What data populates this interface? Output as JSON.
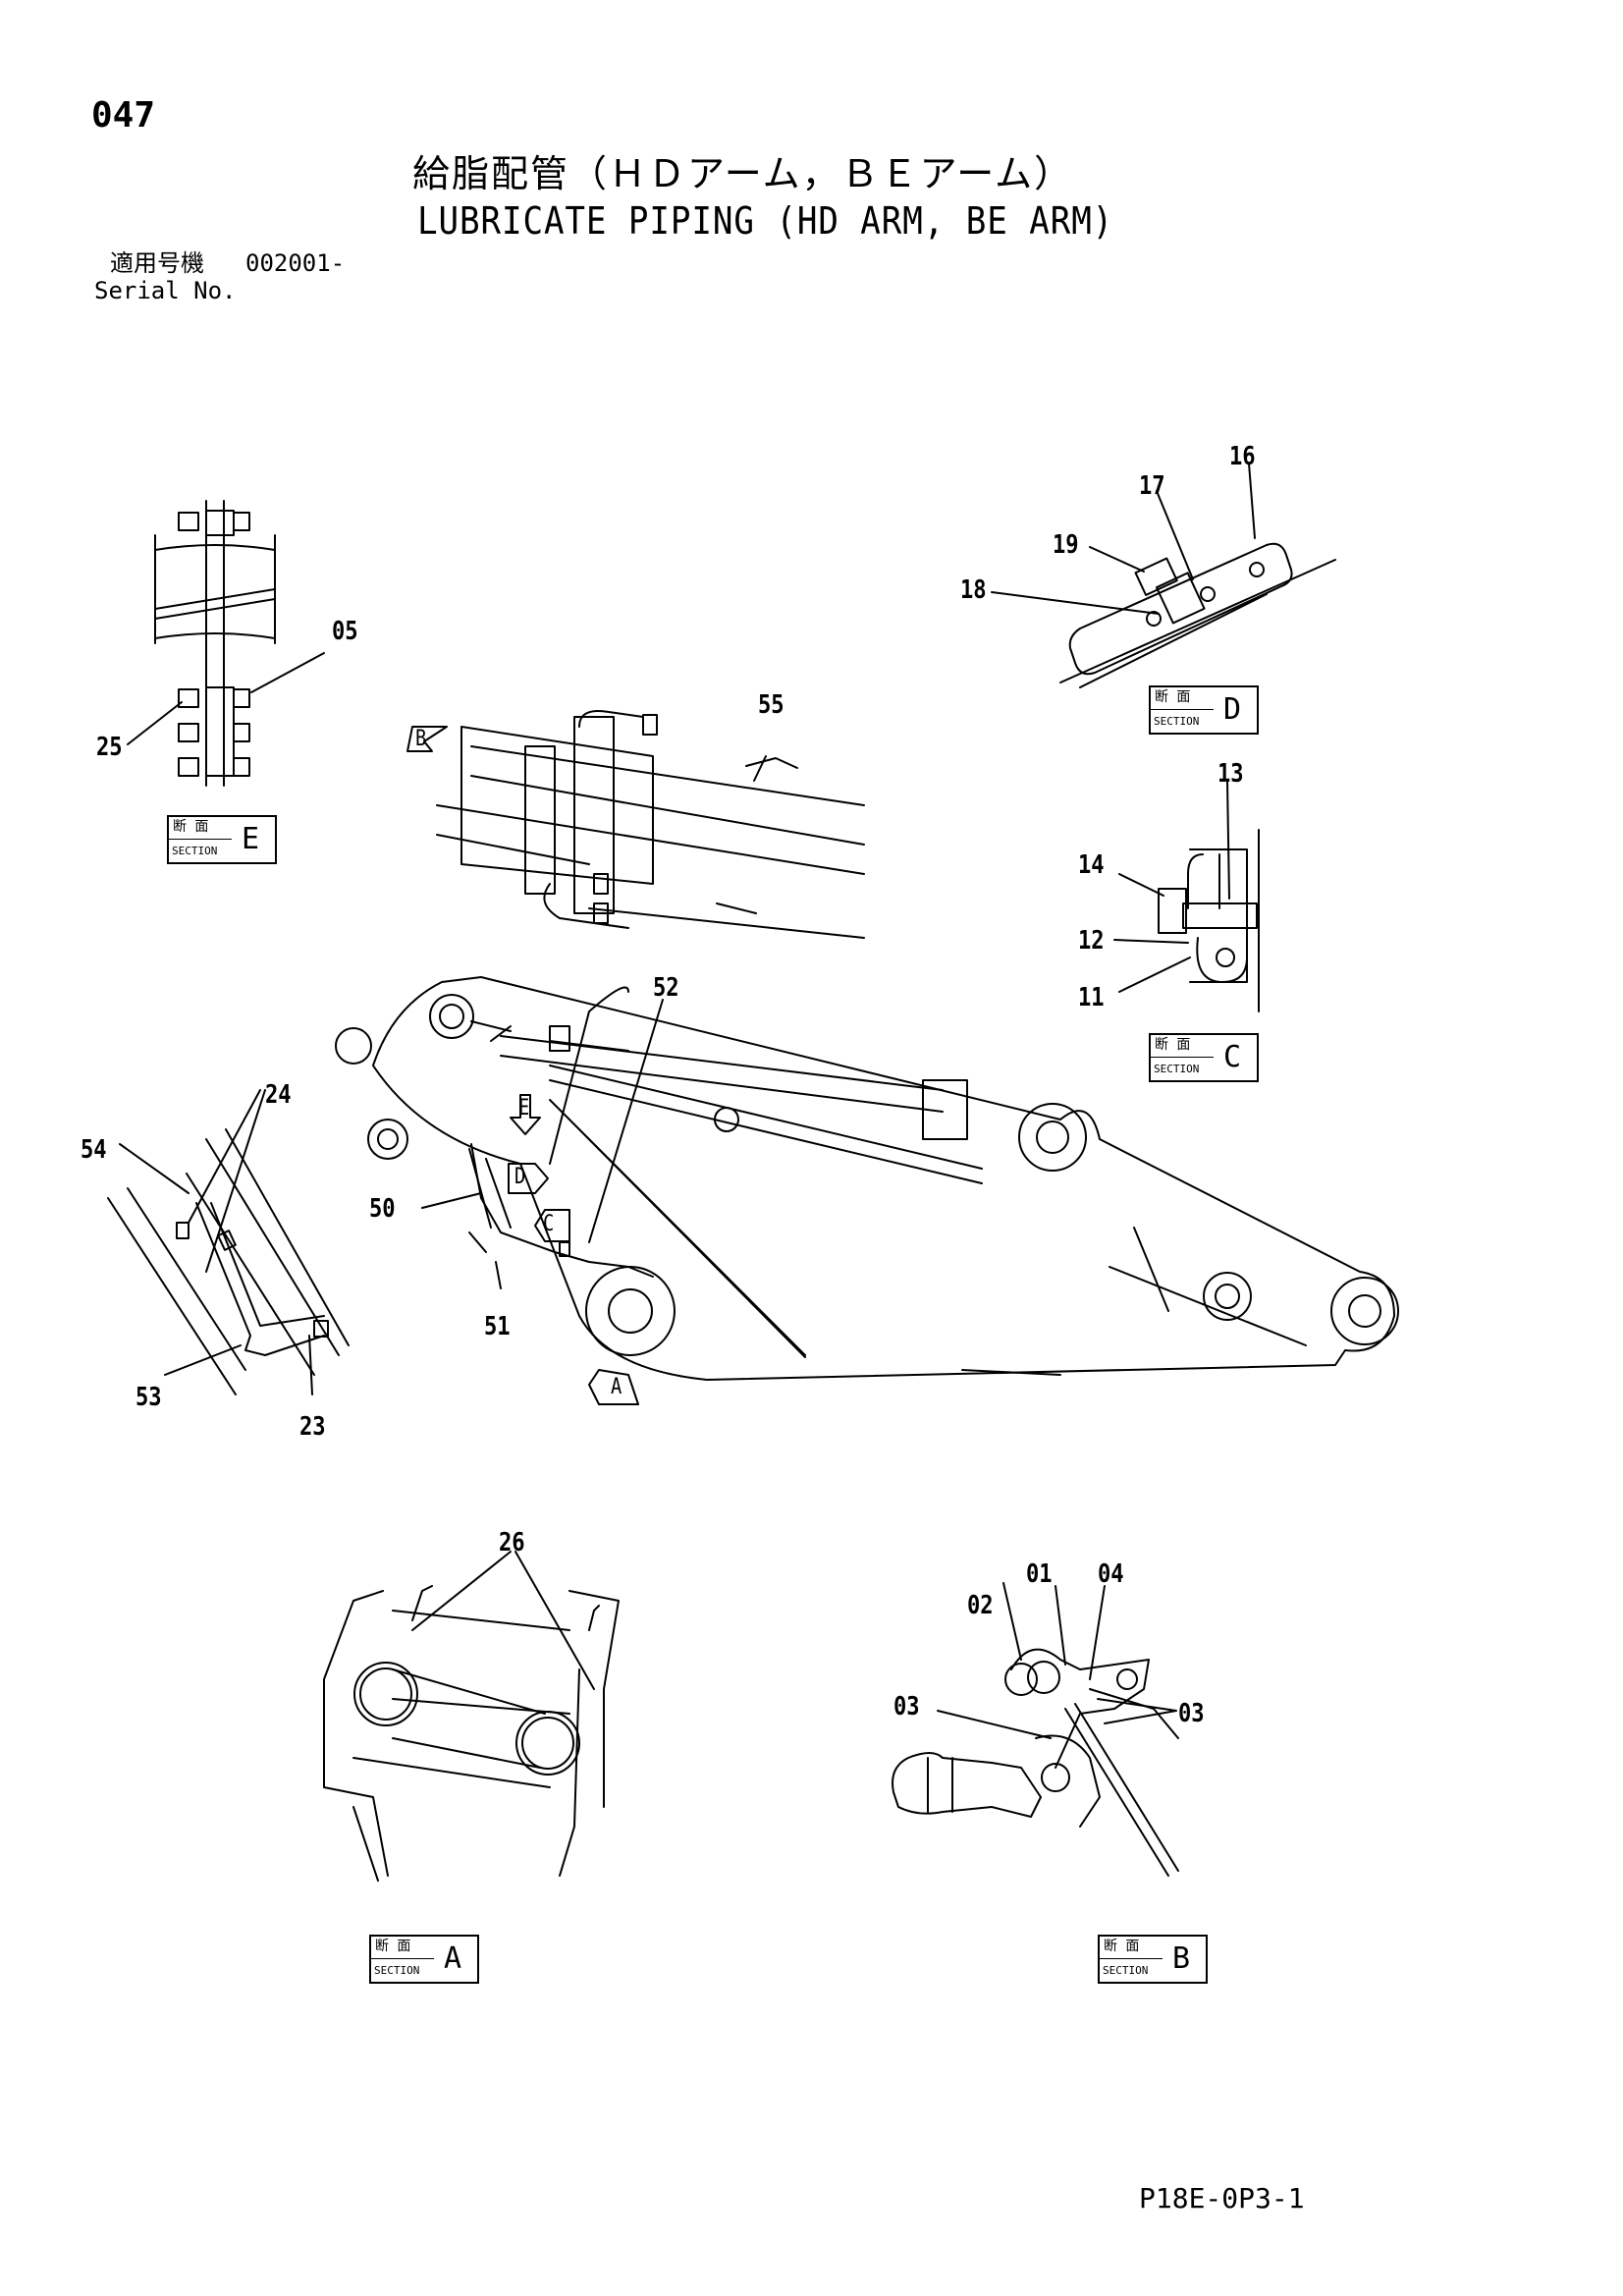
{
  "header": {
    "page_number": "047",
    "title_jp": "給脂配管（ＨＤアーム，ＢＥアーム）",
    "title_en": "LUBRICATE PIPING (HD ARM, BE ARM)",
    "serial_label_jp": "適用号機",
    "serial_value": "002001-",
    "serial_label_en": "Serial No."
  },
  "part_labels": {
    "p01": "01",
    "p02": "02",
    "p03a": "03",
    "p03b": "03",
    "p04": "04",
    "p05": "05",
    "p11": "11",
    "p12": "12",
    "p13": "13",
    "p14": "14",
    "p16": "16",
    "p17": "17",
    "p18": "18",
    "p19": "19",
    "p23": "23",
    "p24": "24",
    "p25": "25",
    "p26": "26",
    "p50": "50",
    "p51": "51",
    "p52": "52",
    "p53": "53",
    "p54": "54",
    "p55": "55"
  },
  "view_arrows": {
    "a": "A",
    "b": "B",
    "c": "C",
    "d": "D",
    "e": "E"
  },
  "section_boxes": {
    "jp": "断 面",
    "en": "SECTION",
    "a": "A",
    "b": "B",
    "c": "C",
    "d": "D",
    "e": "E"
  },
  "footer": {
    "doc_code": "P18E-0P3-1"
  }
}
